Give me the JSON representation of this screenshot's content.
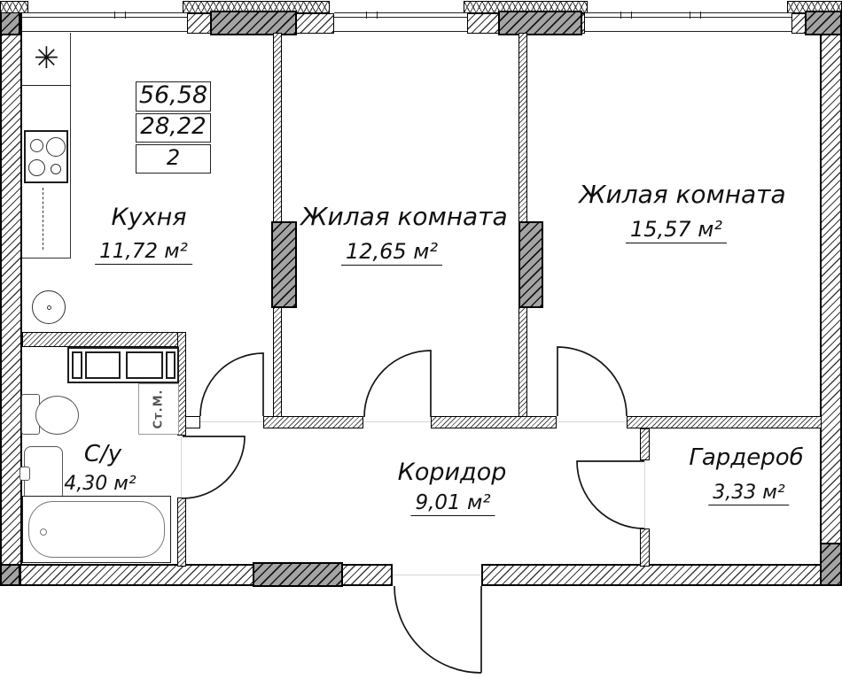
{
  "plan_type": "apartment floor plan",
  "summary": {
    "total_area": "56,58",
    "living_area": "28,22",
    "room_count": "2"
  },
  "rooms": {
    "kitchen": {
      "name": "Кухня",
      "area": "11,72 м²"
    },
    "living1": {
      "name": "Жилая комната",
      "area": "12,65 м²"
    },
    "living2": {
      "name": "Жилая комната",
      "area": "15,57 м²"
    },
    "bathroom": {
      "name": "С/у",
      "area": "4,30 м²"
    },
    "corridor": {
      "name": "Коридор",
      "area": "9,01 м²"
    },
    "wardrobe": {
      "name": "Гардероб",
      "area": "3,33 м²"
    }
  },
  "fixtures": {
    "washing_machine_label": "Ст.М.",
    "vent_symbol": "✳"
  },
  "colors": {
    "line": "#000000",
    "wall_hatch": "#3a3a3a",
    "pillar_fill": "#a4a4a4",
    "background": "#ffffff"
  }
}
